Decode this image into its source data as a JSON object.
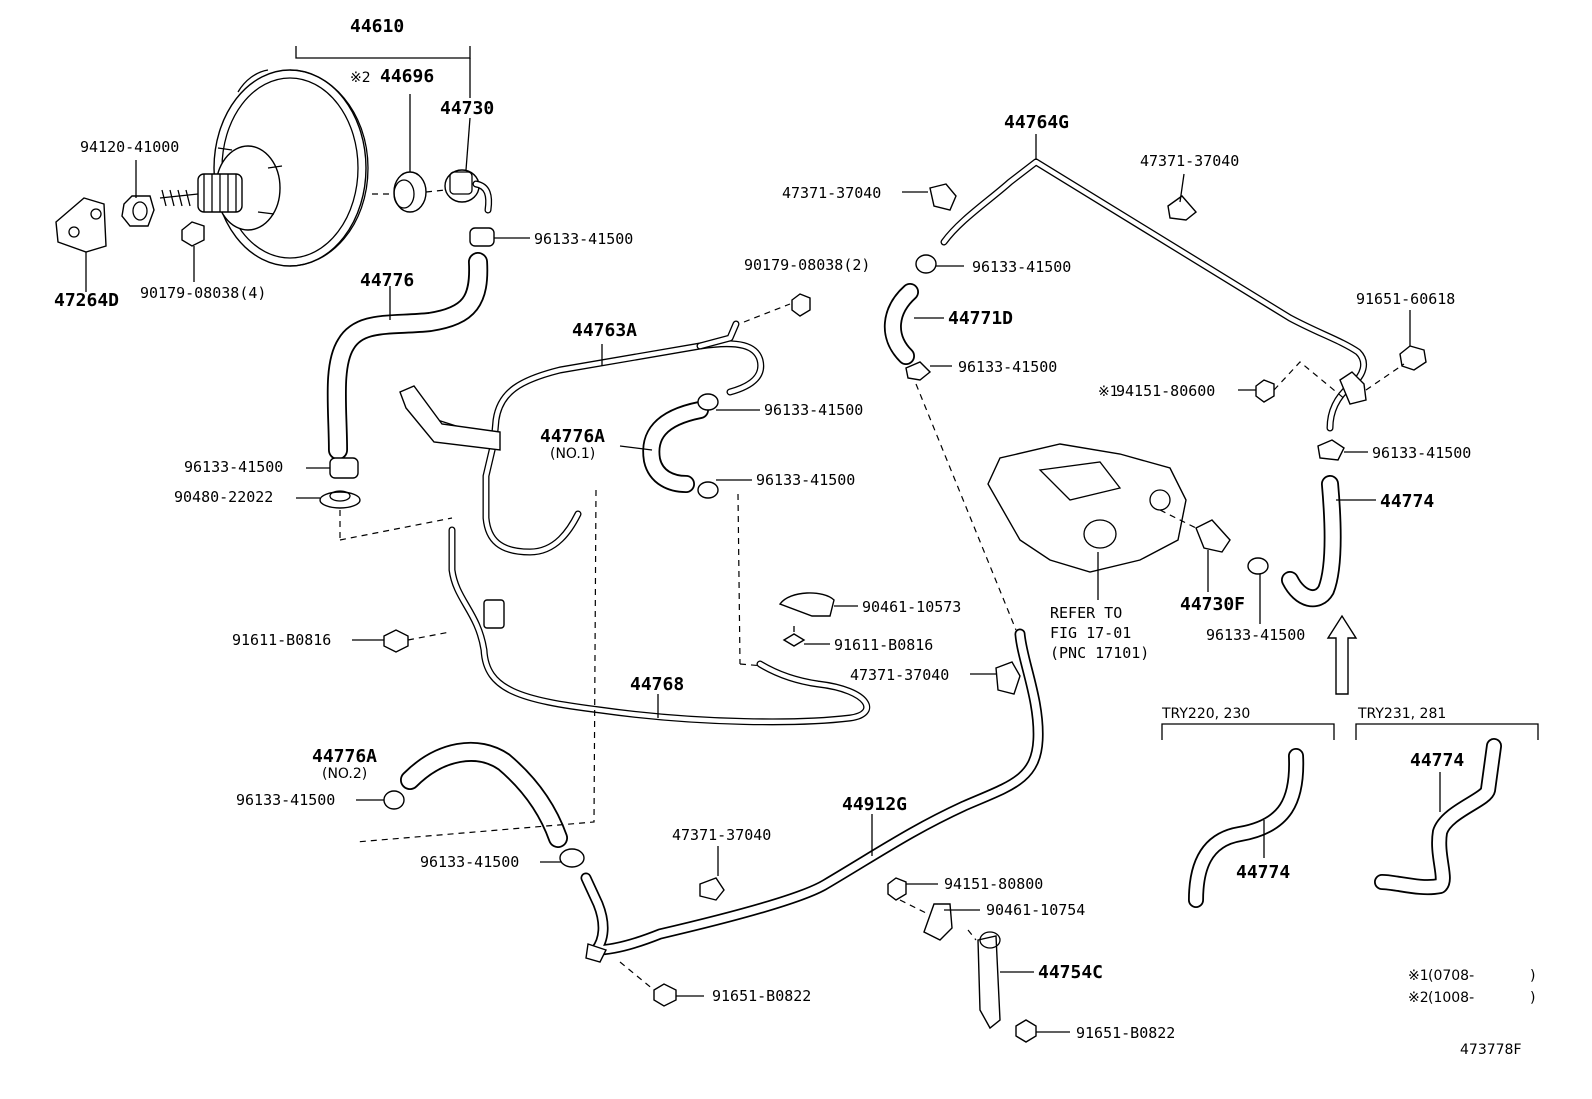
{
  "diagram": {
    "part_labels": {
      "p44610": "44610",
      "p44696": "44696",
      "p44696_note": "※2",
      "p44730": "44730",
      "p94120": "94120-41000",
      "p47264D": "47264D",
      "p90179_4": "90179-08038(4)",
      "p96133_a": "96133-41500",
      "p44776": "44776",
      "p96133_b": "96133-41500",
      "p90480": "90480-22022",
      "p44763A": "44763A",
      "p90179_2": "90179-08038(2)",
      "p96133_c": "96133-41500",
      "p44776A_1": "44776A",
      "p44776A_1_sub": "(NO.1)",
      "p96133_d": "96133-41500",
      "p91611_a": "91611-B0816",
      "p90461_10573": "90461-10573",
      "p91611_b": "91611-B0816",
      "p44768": "44768",
      "p47371_a": "47371-37040",
      "p44776A_2": "44776A",
      "p44776A_2_sub": "(NO.2)",
      "p96133_e": "96133-41500",
      "p96133_f": "96133-41500",
      "p47371_b": "47371-37040",
      "p44912G": "44912G",
      "p94151_80800": "94151-80800",
      "p90461_10754": "90461-10754",
      "p44754C": "44754C",
      "p91651_a": "91651-B0822",
      "p91651_b": "91651-B0822",
      "p44764G": "44764G",
      "p47371_c": "47371-37040",
      "p47371_d": "47371-37040",
      "p96133_g": "96133-41500",
      "p44771D": "44771D",
      "p96133_h": "96133-41500",
      "p91651_60618": "91651-60618",
      "p94151_80600": "94151-80600",
      "p94151_80600_note": "※1",
      "p96133_i": "96133-41500",
      "p44774": "44774",
      "p44730F": "44730F",
      "p96133_j": "96133-41500",
      "p44774_b": "44774",
      "p44774_c": "44774"
    },
    "refer": {
      "line1": "REFER TO",
      "line2": "FIG 17-01",
      "line3": "(PNC 17101)"
    },
    "variants": {
      "left": "TRY220, 230",
      "right": "TRY231, 281"
    },
    "notes": {
      "n1_mark": "※1",
      "n1_text": "(0708-",
      "n1_close": ")",
      "n2_mark": "※2",
      "n2_text": "(1008-",
      "n2_close": ")"
    },
    "figure_id": "473778F"
  }
}
